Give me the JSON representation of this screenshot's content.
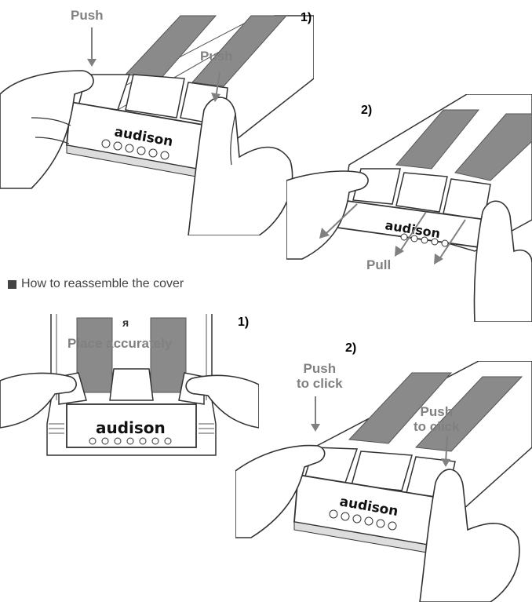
{
  "disassembly": {
    "step1_number": "1)",
    "step2_number": "2)",
    "push_left": "Push",
    "push_right": "Push",
    "pull": "Pull",
    "brand": "audison"
  },
  "reassembly": {
    "section_title": "How to reassemble the cover",
    "step1_number": "1)",
    "step2_number": "2)",
    "place_accurately": "Place accurately",
    "logo_mark": "ᴙ",
    "push_click_left_line1": "Push",
    "push_click_left_line2": "to click",
    "push_click_right_line1": "Push",
    "push_click_right_line2": "to click",
    "brand": "audison"
  },
  "colors": {
    "label_gray": "#808080",
    "outline": "#333333",
    "heatsink": "#8a8a8a"
  }
}
